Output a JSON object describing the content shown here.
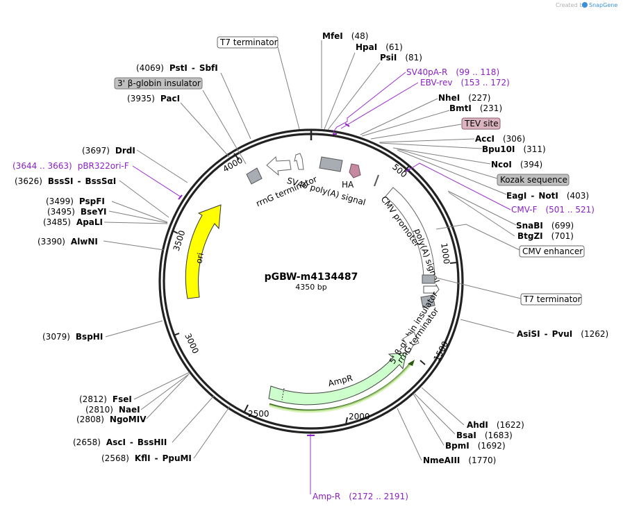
{
  "app": {
    "credit": "Created by",
    "brand": "SnapGene"
  },
  "plasmid": {
    "name": "pGBW-m4134487",
    "length": "4350 bp"
  },
  "ticks": [
    "500",
    "1000",
    "1500",
    "2000",
    "2500",
    "3000",
    "3500",
    "4000"
  ],
  "sites": {
    "mfei": {
      "name": "MfeI",
      "pos": "(48)"
    },
    "hpai": {
      "name": "HpaI",
      "pos": "(61)"
    },
    "psii": {
      "name": "PsiI",
      "pos": "(81)"
    },
    "nhei": {
      "name": "NheI",
      "pos": "(227)"
    },
    "bmti": {
      "name": "BmtI",
      "pos": "(231)"
    },
    "acci": {
      "name": "AccI",
      "pos": "(306)"
    },
    "bpu10i": {
      "name": "Bpu10I",
      "pos": "(311)"
    },
    "ncoi": {
      "name": "NcoI",
      "pos": "(394)"
    },
    "eagi": {
      "name": "EagI",
      "sep": "-",
      "name2": "NotI",
      "pos": "(403)"
    },
    "snabi": {
      "name": "SnaBI",
      "pos": "(699)"
    },
    "btgzi": {
      "name": "BtgZI",
      "pos": "(701)"
    },
    "asisi": {
      "name": "AsiSI",
      "sep": "-",
      "name2": "PvuI",
      "pos": "(1262)"
    },
    "ahdi": {
      "name": "AhdI",
      "pos": "(1622)"
    },
    "bsai": {
      "name": "BsaI",
      "pos": "(1683)"
    },
    "bpmi": {
      "name": "BpmI",
      "pos": "(1692)"
    },
    "nmeaiii": {
      "name": "NmeAIII",
      "pos": "(1770)"
    },
    "psti": {
      "pos": "(4069)",
      "name": "PstI",
      "sep": "-",
      "name2": "SbfI"
    },
    "paci": {
      "pos": "(3935)",
      "name": "PacI"
    },
    "drdi": {
      "pos": "(3697)",
      "name": "DrdI"
    },
    "bsssi": {
      "pos": "(3626)",
      "name": "BssSI",
      "sep": "-",
      "name2": "BssSαI"
    },
    "pspfi": {
      "pos": "(3499)",
      "name": "PspFI"
    },
    "bseyi": {
      "pos": "(3495)",
      "name": "BseYI"
    },
    "apali": {
      "pos": "(3485)",
      "name": "ApaLI"
    },
    "alwni": {
      "pos": "(3390)",
      "name": "AlwNI"
    },
    "bsphi": {
      "pos": "(3079)",
      "name": "BspHI"
    },
    "fsei": {
      "pos": "(2812)",
      "name": "FseI"
    },
    "naei": {
      "pos": "(2810)",
      "name": "NaeI"
    },
    "ngomiv": {
      "pos": "(2808)",
      "name": "NgoMIV"
    },
    "asci": {
      "pos": "(2658)",
      "name": "AscI",
      "sep": "-",
      "name2": "BssHII"
    },
    "kfli": {
      "pos": "(2568)",
      "name": "KflI",
      "sep": "-",
      "name2": "PpuMI"
    }
  },
  "primers": {
    "sv40pa_r": {
      "name": "SV40pA-R",
      "range": "(99 .. 118)"
    },
    "ebv_rev": {
      "name": "EBV-rev",
      "range": "(153 .. 172)"
    },
    "cmv_f": {
      "name": "CMV-F",
      "range": "(501 .. 521)"
    },
    "pbr322": {
      "range": "(3644 .. 3663)",
      "name": "pBR322ori-F"
    },
    "amp_r": {
      "name": "Amp-R",
      "range": "(2172 .. 2191)"
    }
  },
  "callouts": {
    "t7_top": "T7 terminator",
    "globin3": "3' β-globin insulator",
    "tev": "TEV site",
    "kozak": "Kozak sequence",
    "cmv_enh": "CMV enhancer",
    "t7_right": "T7 terminator"
  },
  "features": {
    "rrng1": "rrnG terminator",
    "sv40": "SV40 poly(A) signal",
    "ha": "HA",
    "cmvprom": "CMV promoter",
    "polya": "poly(A) signal",
    "globin5": "5' β-globin insulator",
    "rrng2": "rrnG terminator",
    "ampr": "AmpR",
    "ori": "ori"
  },
  "colors": {
    "ori": "#ffff00",
    "ampr": "#ccffcc",
    "primer": "#8b20c8",
    "ha": "#c58aa0",
    "grey_feature": "#a8adb4"
  }
}
